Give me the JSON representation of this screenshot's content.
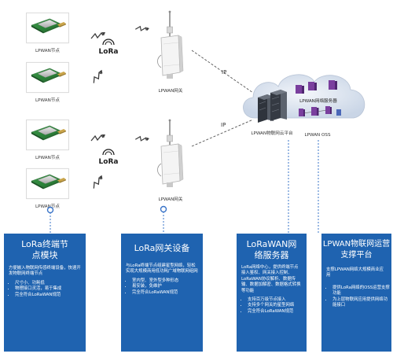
{
  "module_label": "LPWAN节点",
  "lora_logo_text": "LoRa",
  "gateway_label": "LPWAN网关",
  "ip_label": "IP",
  "server_label": "LPWAN网络服务器",
  "cloud_platform_label": "LPWAN物联网云平台",
  "oss_label": "LPWAN OSS",
  "cards": [
    {
      "title": "LoRa终端节点模块",
      "desc": "方便嵌入物联网传感终端设备，快速开发物联网终端节点",
      "bullets": [
        "尺寸小、功耗低",
        "物理接口灵活，易于集成",
        "完全符合LoRaWAN规范"
      ]
    },
    {
      "title": "LoRa网关设备",
      "desc": "与LoRa终端节点组建星型网络，轻松实现大规模商用低功耗广域物联网组网",
      "bullets": [
        "室内型、室外型多种形态",
        "易安装，免维护",
        "完全符合LoRaWAN规范"
      ]
    },
    {
      "title": "LoRaWAN网络服务器",
      "desc": "LoRa网络中心，提供终端节点接入鉴权、网关接入控制、LoRaWAN协议解析、数据传输、数据加解密、数据格式转换等功能",
      "bullets": [
        "支持百万级节点接入",
        "支持多个网关的星型网络",
        "完全符合LoRaWAN规范"
      ]
    },
    {
      "title": "LPWAN物联网运营支撑平台",
      "desc": "支撑LPWAN网络大规模商业应用",
      "bullets": [
        "提供LoRa网络的OSS运营支撑功能",
        "为上层物联网应用提供网络功能接口"
      ]
    }
  ],
  "colors": {
    "card_blue": "#1f63b0",
    "connector_blue": "#3a74c8",
    "module_green": "#2e8b3e",
    "cloud_fill": "#e2e9f3",
    "server_dark": "#3a3f48",
    "server_purple": "#7a3f9e"
  }
}
